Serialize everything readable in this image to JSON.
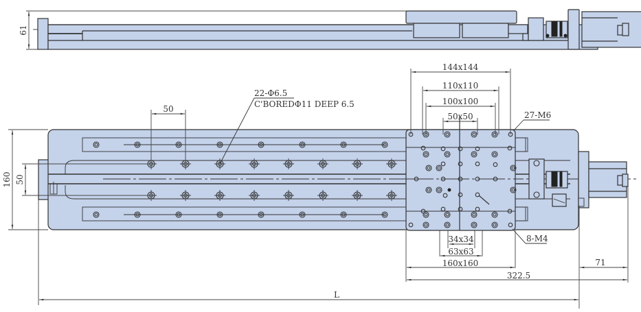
{
  "drawing": {
    "side_view": {
      "height_label": "61"
    },
    "top_view": {
      "overall_width_label": "160",
      "rail_spacing_label": "50",
      "hole_pitch_label": "50",
      "mount_holes_callout": "22-Φ6.5",
      "mount_holes_note": "C'BOREDΦ11 DEEP 6.5",
      "carriage_holes_callout": "27-M6",
      "carriage_small_holes_callout": "8-M4",
      "pattern_labels": [
        "144x144",
        "110x110",
        "100x100",
        "50x50"
      ],
      "bottom_pattern_labels": [
        "34x34",
        "63x63",
        "160x160"
      ],
      "motor_offset_label": "322.5",
      "motor_length_label": "71",
      "total_length_label": "L"
    },
    "colors": {
      "part_fill": "#c4d2ea",
      "line": "#333333"
    }
  }
}
